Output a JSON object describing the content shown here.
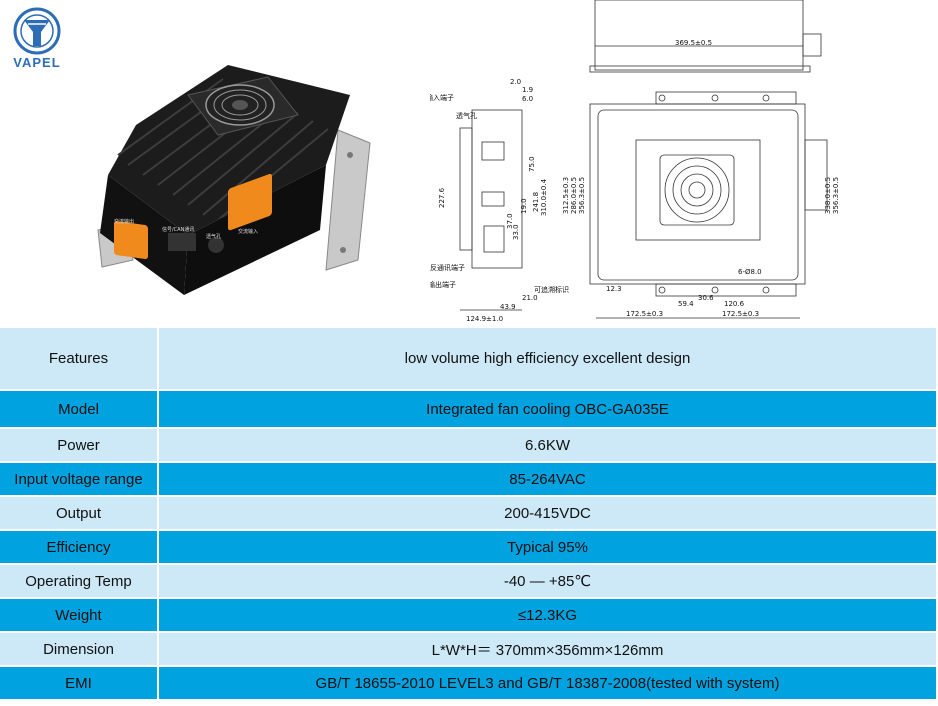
{
  "brand": {
    "name": "VAPEL",
    "color": "#2d6db5"
  },
  "photo": {
    "panel_labels": [
      "交流输出",
      "信号/CAN通讯",
      "透气孔",
      "交流输入"
    ]
  },
  "drawing": {
    "top_view_dims": [
      "369.5±0.5"
    ],
    "side_labels": [
      "交流输入端子",
      "透气孔",
      "信号反通讯端子",
      "高压输出端子",
      "可追溯标识"
    ],
    "side_dims": [
      "2.0",
      "1.9",
      "6.0",
      "227.6",
      "75.0",
      "19.0",
      "241.8",
      "310.0±0.4",
      "37.0",
      "33.0",
      "21.0",
      "43.9",
      "124.9±1.0"
    ],
    "front_dims": [
      "312.5±0.3",
      "286.0±0.5",
      "356.3±0.5",
      "338.0±0.5",
      "356.3±0.5",
      "6-Ø8.0",
      "12.3",
      "30.6",
      "59.4",
      "120.6",
      "172.5±0.3",
      "172.5±0.3"
    ]
  },
  "colors": {
    "row_light": "#cde9f7",
    "row_dark": "#00a2e0"
  },
  "spec_rows": [
    {
      "label": "Features",
      "value": "low volume high efficiency excellent design"
    },
    {
      "label": "Model",
      "value": "Integrated fan cooling OBC-GA035E"
    },
    {
      "label": "Power",
      "value": "6.6KW"
    },
    {
      "label": "Input voltage range",
      "value": "85-264VAC"
    },
    {
      "label": "Output",
      "value": "200-415VDC"
    },
    {
      "label": "Efficiency",
      "value": "Typical 95%"
    },
    {
      "label": "Operating Temp",
      "value": "-40 — +85℃"
    },
    {
      "label": "Weight",
      "value": "≤12.3KG"
    },
    {
      "label": "Dimension",
      "value": "L*W*H＝ 370mm×356mm×126mm"
    },
    {
      "label": "EMI",
      "value": "GB/T 18655-2010 LEVEL3 and GB/T 18387-2008(tested with system)"
    }
  ]
}
